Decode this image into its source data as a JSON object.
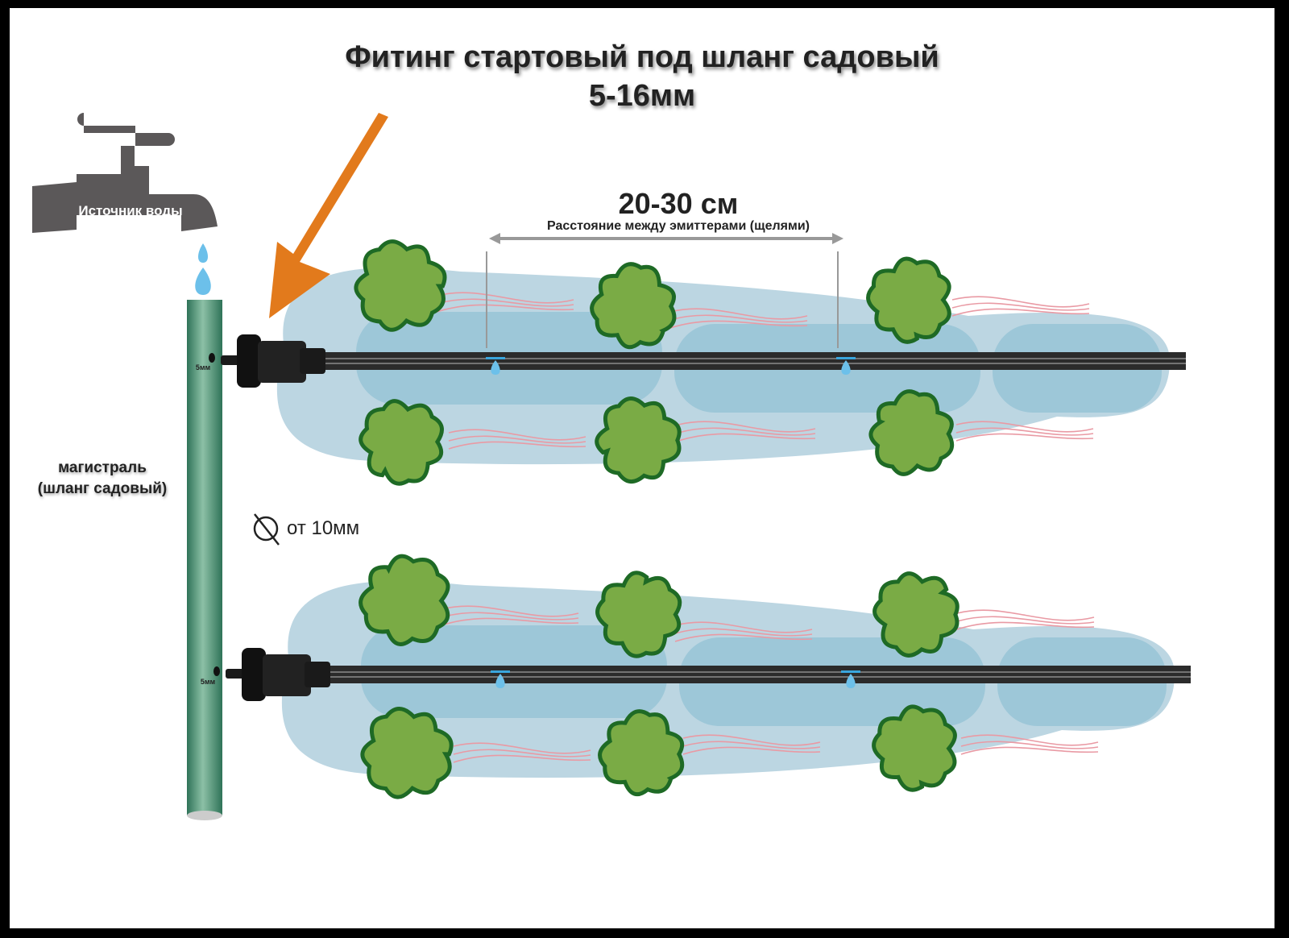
{
  "title": {
    "line1": "Фитинг стартовый под шланг садовый",
    "line2": "5-16мм"
  },
  "tap": {
    "label": "Источник воды"
  },
  "spacing": {
    "value": "20-30 см",
    "caption": "Расстояние между эмиттерами (щелями)"
  },
  "main_line": {
    "label_line1": "магистраль",
    "label_line2": "(шланг садовый)"
  },
  "hole_size": "5мм",
  "diameter": {
    "label": "от 10мм"
  },
  "colors": {
    "pipe": "#3f8a6a",
    "arrow": "#e27a1c",
    "plant": "#7aab45",
    "plant_edge": "#1e6a25",
    "water_light": "#bcd6e2",
    "water_dark": "#9dc7d8",
    "tap": "#5b5859",
    "drop": "#6cc0ea"
  }
}
